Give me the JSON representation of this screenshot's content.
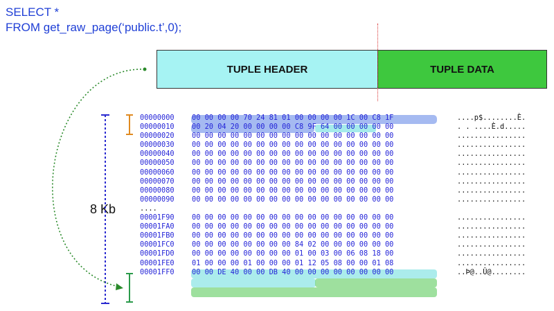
{
  "sql": {
    "line1": "SELECT *",
    "line2": "FROM get_raw_page(‘public.t’,0);"
  },
  "boxes": {
    "header": "TUPLE HEADER",
    "data": "TUPLE DATA"
  },
  "size_label": "8 Kb",
  "colors": {
    "sql": "#1f3fd6",
    "header_fill": "#a6f3f3",
    "data_fill": "#3ec83e",
    "hex_text": "#2424d8",
    "page_header_highlight": "#5b82e6",
    "tuple_header_highlight": "#8fe6e6",
    "tuple_data_highlight": "#7ed67e",
    "bracket_top": "#e08a20",
    "bracket_bottom": "#2a9a4a",
    "page_bracket": "#2a2ad0",
    "arrow": "#2a8a2a",
    "divider": "#d83030"
  },
  "dump": {
    "rows": [
      {
        "off": "00000000",
        "hex": "00 00 00 00 70 24 81 01 00 00 00 00 1C 00 C8 1F",
        "ascii": "....p$........È."
      },
      {
        "off": "00000010",
        "hex": "00 20 04 20 00 00 00 00 C8 9F 64 00 00 00 00 00",
        "ascii": ". . ....È.d....."
      },
      {
        "off": "00000020",
        "hex": "00 00 00 00 00 00 00 00 00 00 00 00 00 00 00 00",
        "ascii": "................"
      },
      {
        "off": "00000030",
        "hex": "00 00 00 00 00 00 00 00 00 00 00 00 00 00 00 00",
        "ascii": "................"
      },
      {
        "off": "00000040",
        "hex": "00 00 00 00 00 00 00 00 00 00 00 00 00 00 00 00",
        "ascii": "................"
      },
      {
        "off": "00000050",
        "hex": "00 00 00 00 00 00 00 00 00 00 00 00 00 00 00 00",
        "ascii": "................"
      },
      {
        "off": "00000060",
        "hex": "00 00 00 00 00 00 00 00 00 00 00 00 00 00 00 00",
        "ascii": "................"
      },
      {
        "off": "00000070",
        "hex": "00 00 00 00 00 00 00 00 00 00 00 00 00 00 00 00",
        "ascii": "................"
      },
      {
        "off": "00000080",
        "hex": "00 00 00 00 00 00 00 00 00 00 00 00 00 00 00 00",
        "ascii": "................"
      },
      {
        "off": "00000090",
        "hex": "00 00 00 00 00 00 00 00 00 00 00 00 00 00 00 00",
        "ascii": "................"
      },
      {
        "off": "....",
        "hex": "",
        "ascii": ""
      },
      {
        "off": "00001F90",
        "hex": "00 00 00 00 00 00 00 00 00 00 00 00 00 00 00 00",
        "ascii": "................"
      },
      {
        "off": "00001FA0",
        "hex": "00 00 00 00 00 00 00 00 00 00 00 00 00 00 00 00",
        "ascii": "................"
      },
      {
        "off": "00001FB0",
        "hex": "00 00 00 00 00 00 00 00 00 00 00 00 00 00 00 00",
        "ascii": "................"
      },
      {
        "off": "00001FC0",
        "hex": "00 00 00 00 00 00 00 00 84 02 00 00 00 00 00 00",
        "ascii": "................"
      },
      {
        "off": "00001FD0",
        "hex": "00 00 00 00 00 00 00 00 01 00 03 00 06 08 18 00",
        "ascii": "................"
      },
      {
        "off": "00001FE0",
        "hex": "01 00 00 00 01 00 00 00 01 12 05 08 00 00 01 08",
        "ascii": "................"
      },
      {
        "off": "00001FF0",
        "hex": "00 00 DE 40 00 00 DB 40 00 00 00 00 00 00 00 00",
        "ascii": "..Þ@..Û@........"
      }
    ]
  }
}
